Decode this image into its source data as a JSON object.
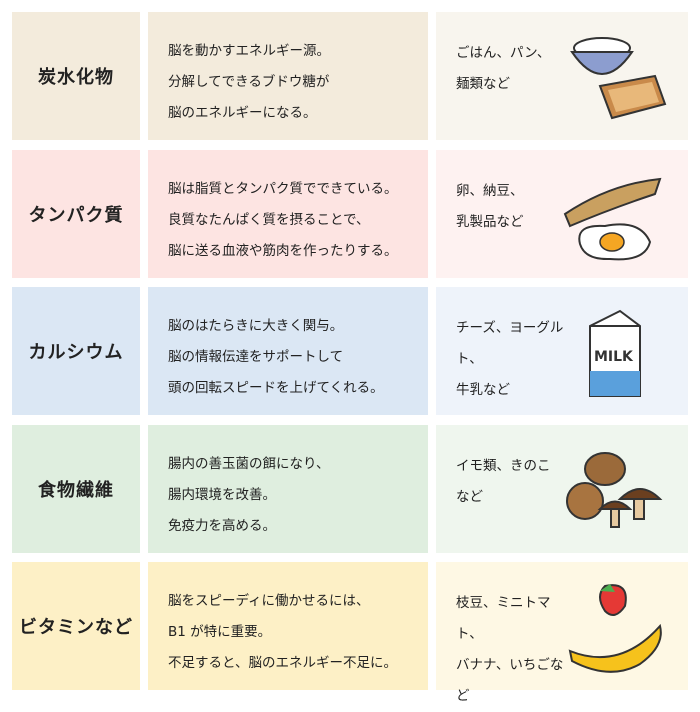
{
  "rows": [
    {
      "label": "炭水化物",
      "desc": [
        "脳を動かすエネルギー源。",
        "分解してできるブドウ糖が",
        "脳のエネルギーになる。"
      ],
      "examples": [
        "ごはん、パン、",
        "麺類など"
      ],
      "colors": {
        "main": "#f3ebdc",
        "light": "#f8f5ee"
      },
      "icon": "rice-bowl-toast-icon"
    },
    {
      "label": "タンパク質",
      "desc": [
        "脳は脂質とタンパク質でできている。",
        "良質なたんぱく質を摂ることで、",
        "脳に送る血液や筋肉を作ったりする。"
      ],
      "examples": [
        "卵、納豆、",
        "乳製品など"
      ],
      "colors": {
        "main": "#fde4e2",
        "light": "#fef2f1"
      },
      "icon": "natto-egg-icon"
    },
    {
      "label": "カルシウム",
      "desc": [
        "脳のはたらきに大きく関与。",
        "脳の情報伝達をサポートして",
        "頭の回転スピードを上げてくれる。"
      ],
      "examples": [
        "チーズ、ヨーグルト、",
        "牛乳など"
      ],
      "colors": {
        "main": "#dbe7f4",
        "light": "#eef3fa"
      },
      "icon": "milk-carton-icon",
      "milk_text": "MILK"
    },
    {
      "label": "食物繊維",
      "desc": [
        "腸内の善玉菌の餌になり、",
        "腸内環境を改善。",
        "免疫力を高める。"
      ],
      "examples": [
        "イモ類、きのこ",
        "など"
      ],
      "colors": {
        "main": "#dfeedf",
        "light": "#eff6ee"
      },
      "icon": "potato-mushroom-icon"
    },
    {
      "label": "ビタミンなど",
      "desc": [
        "脳をスピーディに働かせるには、",
        "B1 が特に重要。",
        "不足すると、脳のエネルギー不足に。"
      ],
      "examples": [
        "枝豆、ミニトマト、",
        "バナナ、いちごなど"
      ],
      "colors": {
        "main": "#fdf0c6",
        "light": "#fef8e4"
      },
      "icon": "strawberry-banana-icon"
    }
  ]
}
